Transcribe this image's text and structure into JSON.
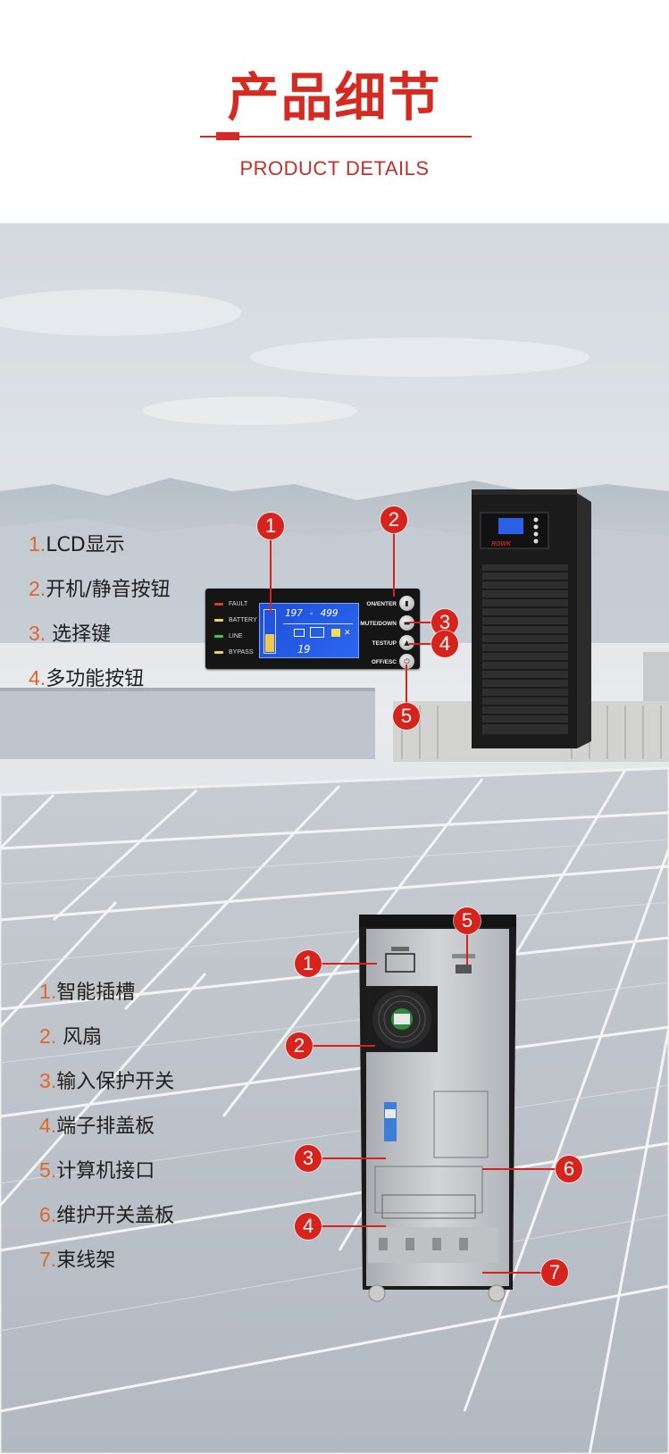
{
  "header": {
    "title_cn": "产品细节",
    "title_en": "PRODUCT DETAILS"
  },
  "front_panel": {
    "features": [
      {
        "num": "1.",
        "label": "LCD显示"
      },
      {
        "num": "2.",
        "label": "开机/静音按钮"
      },
      {
        "num": "3.",
        "label": " 选择键"
      },
      {
        "num": "4.",
        "label": "多功能按钮"
      }
    ],
    "leds": [
      "FAULT",
      "BATTERY",
      "LINE",
      "BYPASS"
    ],
    "led_colors": [
      "#e3362d",
      "#f0d44a",
      "#2fcf4a",
      "#f0d44a"
    ],
    "lcd_readout": "197 - 499",
    "lcd_small": "19",
    "buttons": [
      "ON/ENTER",
      "MUTE/DOWN",
      "TEST/UP",
      "OFF/ESC"
    ],
    "callouts": [
      "1",
      "2",
      "3",
      "4",
      "5"
    ],
    "brand": "ROWK"
  },
  "rear_panel": {
    "features": [
      {
        "num": "1.",
        "label": "智能插槽"
      },
      {
        "num": "2.",
        "label": " 风扇"
      },
      {
        "num": "3.",
        "label": "输入保护开关"
      },
      {
        "num": "4.",
        "label": "端子排盖板"
      },
      {
        "num": "5.",
        "label": "计算机接口"
      },
      {
        "num": "6.",
        "label": "维护开关盖板"
      },
      {
        "num": "7.",
        "label": "束线架"
      }
    ],
    "callouts": [
      "1",
      "2",
      "3",
      "4",
      "5",
      "6",
      "7"
    ]
  },
  "colors": {
    "accent": "#d42a22",
    "number": "#e0672a",
    "callout": "#d8221c"
  }
}
